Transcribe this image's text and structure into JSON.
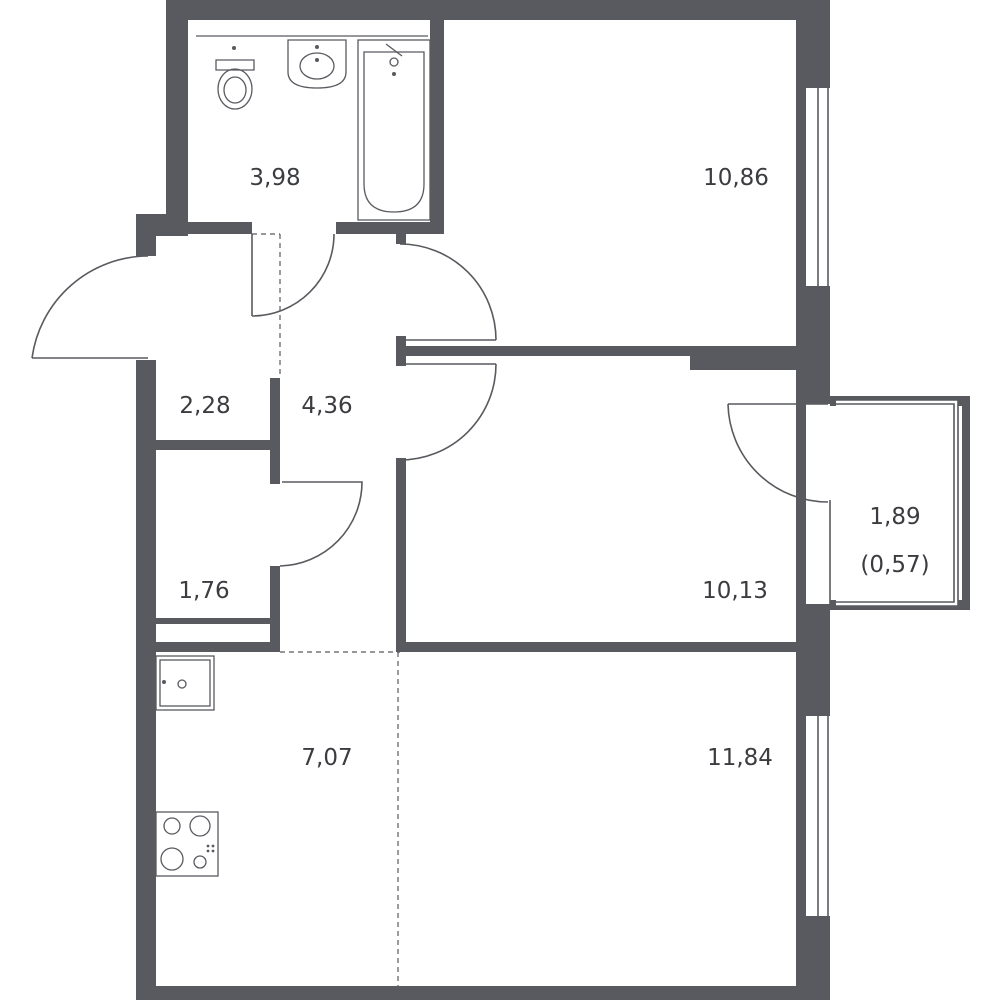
{
  "plan": {
    "rooms": {
      "bathroom": {
        "area": "3,98"
      },
      "bedroom_top": {
        "area": "10,86"
      },
      "hallway_entry": {
        "area": "2,28"
      },
      "hallway": {
        "area": "4,36"
      },
      "closet": {
        "area": "1,76"
      },
      "bedroom_middle": {
        "area": "10,13"
      },
      "balcony": {
        "area": "1,89",
        "reduced_area": "(0,57)"
      },
      "kitchen": {
        "area": "7,07"
      },
      "living_room": {
        "area": "11,84"
      }
    },
    "colors": {
      "wall": "#595a5f",
      "text": "#3b3c40",
      "background": "#ffffff"
    }
  }
}
